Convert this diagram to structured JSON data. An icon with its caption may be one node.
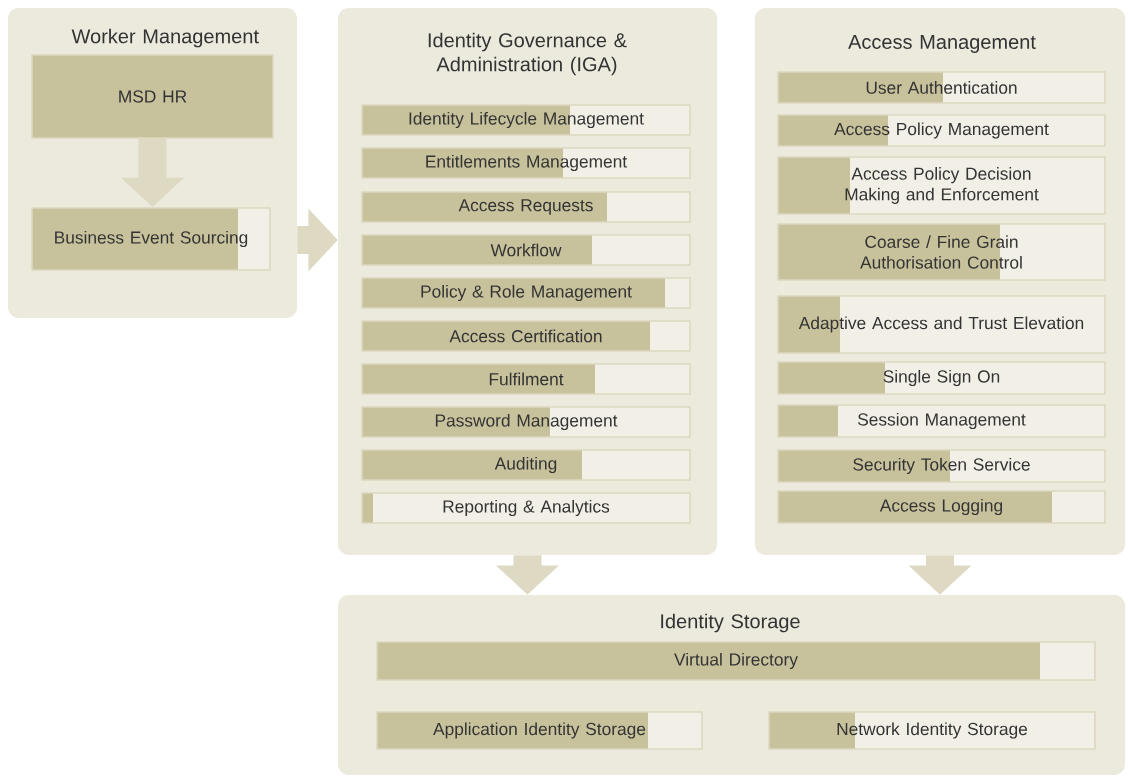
{
  "diagram": {
    "nodes": [
      {
        "text": [
          "Worker Management"
        ]
      },
      {
        "text": [
          "MSD HR"
        ],
        "in": 0
      },
      {
        "text": [
          "Business Event Sourcing"
        ],
        "in": 0
      },
      {
        "text": [
          "Identity Governance & Administration (IGA)"
        ]
      },
      {
        "text": [
          "Identity Lifecycle Management"
        ],
        "in": 3
      },
      {
        "text": [
          "Entitlements Management"
        ],
        "in": 3
      },
      {
        "text": [
          "Access Requests"
        ],
        "in": 3
      },
      {
        "text": [
          "Workflow"
        ],
        "in": 3
      },
      {
        "text": [
          "Policy & Role Management"
        ],
        "in": 3
      },
      {
        "text": [
          "Access Certification"
        ],
        "in": 3
      },
      {
        "text": [
          "Fulfilment"
        ],
        "in": 3
      },
      {
        "text": [
          "Password Management"
        ],
        "in": 3
      },
      {
        "text": [
          "Auditing"
        ],
        "in": 3
      },
      {
        "text": [
          "Reporting & Analytics"
        ],
        "in": 3
      },
      {
        "text": [
          "Access Management"
        ]
      },
      {
        "text": [
          "User Authentication"
        ],
        "in": 14
      },
      {
        "text": [
          "Access Policy Management"
        ],
        "in": 14
      },
      {
        "text": [
          "Access Policy Decision Making and Enforcement"
        ],
        "in": 14
      },
      {
        "text": [
          "Coarse / Fine Grain Authorisation Control"
        ],
        "in": 14
      },
      {
        "text": [
          "Adaptive Access and Trust Elevation"
        ],
        "in": 14
      },
      {
        "text": [
          "Single Sign On"
        ],
        "in": 14
      },
      {
        "text": [
          "Session Management"
        ],
        "in": 14
      },
      {
        "text": [
          "Security Token Service"
        ],
        "in": 14
      },
      {
        "text": [
          "Access Logging"
        ],
        "in": 14
      },
      {
        "text": [
          "Identity Storage"
        ]
      },
      {
        "text": [
          "Virtual Directory"
        ],
        "in": 24
      },
      {
        "text": [
          "Application Identity Storage"
        ],
        "in": 24
      },
      {
        "text": [
          "Network Identity Storage"
        ],
        "in": 24
      }
    ],
    "edges": [
      {
        "from": 1,
        "to": 2,
        "arrow": "to"
      },
      {
        "from": 0,
        "to": 3,
        "arrow": "to"
      },
      {
        "from": 3,
        "to": 24,
        "arrow": "to"
      },
      {
        "from": 14,
        "to": 24,
        "arrow": "to"
      }
    ]
  }
}
